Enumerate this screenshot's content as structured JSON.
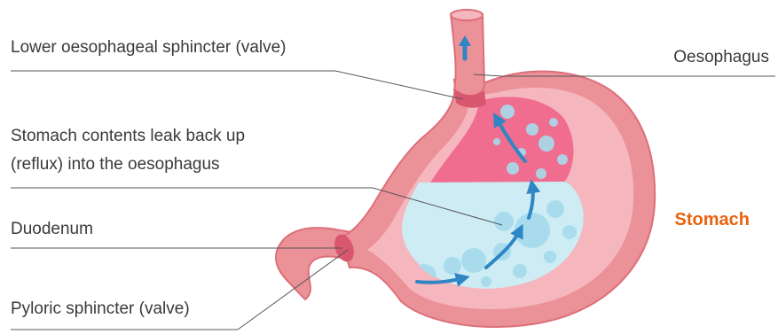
{
  "labels": {
    "lower_sphincter": "Lower oesophageal sphincter (valve)",
    "oesophagus": "Oesophagus",
    "reflux_line1": "Stomach contents leak back up",
    "reflux_line2": "(reflux) into the oesophagus",
    "duodenum": "Duodenum",
    "pyloric": "Pyloric sphincter (valve)",
    "stomach": "Stomach"
  },
  "colors": {
    "stomach_wall": "#eb9198",
    "stomach_wall_dark": "#dd6f7a",
    "stomach_inner": "#f5b7bd",
    "cavity_pink": "#f06d90",
    "fluid": "#cdecf3",
    "fluid_bubble": "#a6dced",
    "arrow": "#2f86c4",
    "leader_line": "#555555",
    "label_text": "#3a3a3a",
    "stomach_label": "#e8630f"
  },
  "icons": {
    "reflux_arrows": "reflux-arrow-icon",
    "upward_arrow": "up-arrow-icon"
  }
}
